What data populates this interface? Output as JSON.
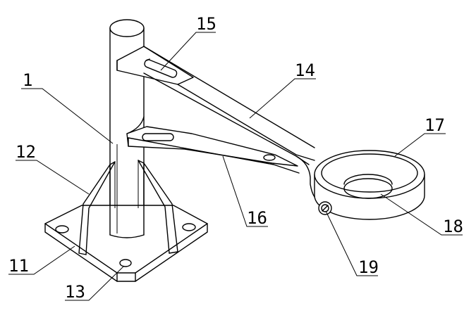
{
  "labels": {
    "l1": "1",
    "l11": "11",
    "l12": "12",
    "l13": "13",
    "l14": "14",
    "l15": "15",
    "l16": "16",
    "l17": "17",
    "l18": "18",
    "l19": "19"
  }
}
